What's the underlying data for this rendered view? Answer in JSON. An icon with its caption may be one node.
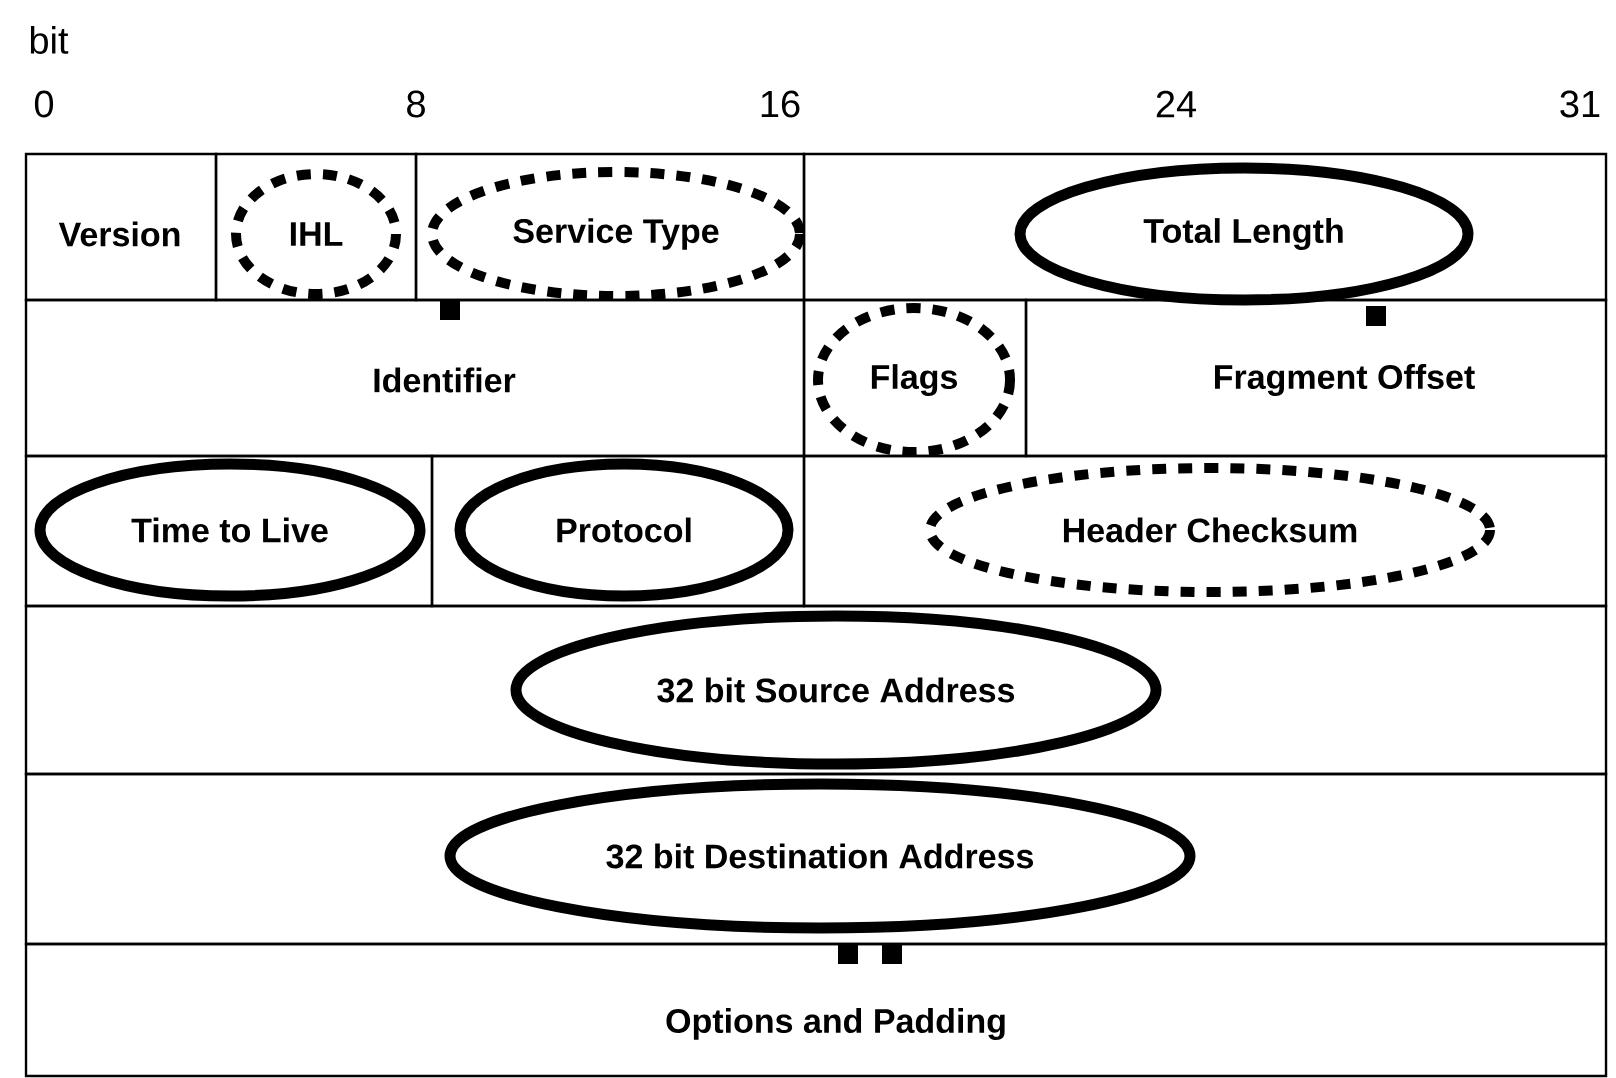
{
  "diagram": {
    "nodes": [
      {
        "text": [
          "Version"
        ]
      },
      {
        "text": [
          "IHL"
        ]
      },
      {
        "text": [
          "Service Type"
        ]
      },
      {
        "text": [
          "Total Length"
        ]
      },
      {
        "text": [
          "Identifier"
        ]
      },
      {
        "text": [
          "Flags"
        ]
      },
      {
        "text": [
          "Fragment Offset"
        ]
      },
      {
        "text": [
          "Time to Live"
        ]
      },
      {
        "text": [
          "Protocol"
        ]
      },
      {
        "text": [
          "Header Checksum"
        ]
      },
      {
        "text": [
          "32 bit Source Address"
        ]
      },
      {
        "text": [
          "32 bit Destination Address"
        ]
      },
      {
        "text": [
          "Options and Padding"
        ]
      }
    ],
    "labels": [
      "bit",
      "0",
      "8",
      "16",
      "24",
      "31"
    ]
  }
}
